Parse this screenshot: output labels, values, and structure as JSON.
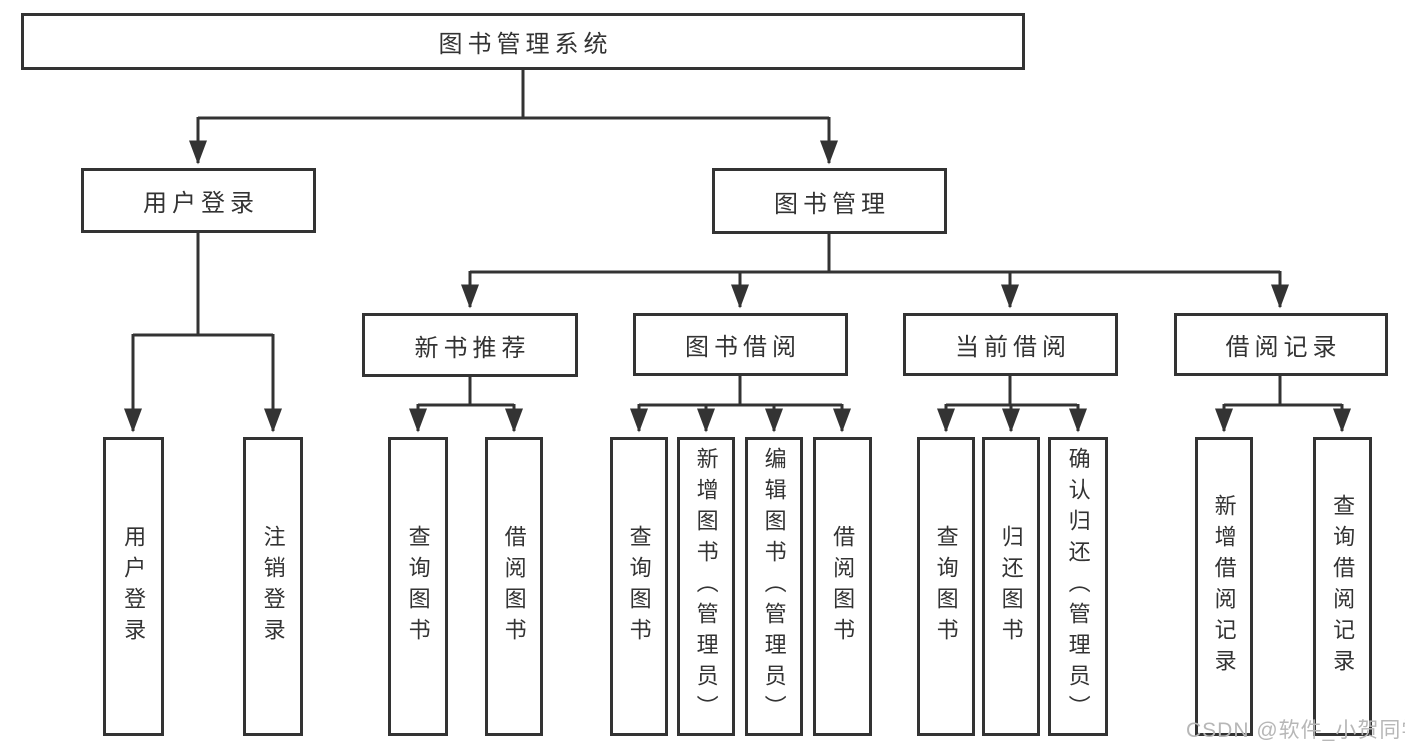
{
  "diagram": {
    "root": {
      "label": "图书管理系统"
    },
    "user_login": {
      "label": "用户登录",
      "children": [
        {
          "label": "用户登录"
        },
        {
          "label": "注销登录"
        }
      ]
    },
    "book_mgmt": {
      "label": "图书管理",
      "sections": [
        {
          "label": "新书推荐",
          "children": [
            {
              "label": "查询图书"
            },
            {
              "label": "借阅图书"
            }
          ]
        },
        {
          "label": "图书借阅",
          "children": [
            {
              "label": "查询图书"
            },
            {
              "label": "新增图书（管理员）"
            },
            {
              "label": "编辑图书（管理员）"
            },
            {
              "label": "借阅图书"
            }
          ]
        },
        {
          "label": "当前借阅",
          "children": [
            {
              "label": "查询图书"
            },
            {
              "label": "归还图书"
            },
            {
              "label": "确认归还（管理员）"
            }
          ]
        },
        {
          "label": "借阅记录",
          "children": [
            {
              "label": "新增借阅记录"
            },
            {
              "label": "查询借阅记录"
            }
          ]
        }
      ]
    }
  },
  "watermark": {
    "text": "CSDN @软件_小贺同学",
    "color": "#b7b7b7"
  },
  "colors": {
    "line": "#333333",
    "box_border": "#333333",
    "text": "#333333",
    "background": "#ffffff",
    "watermark": "#b7b7b7"
  }
}
